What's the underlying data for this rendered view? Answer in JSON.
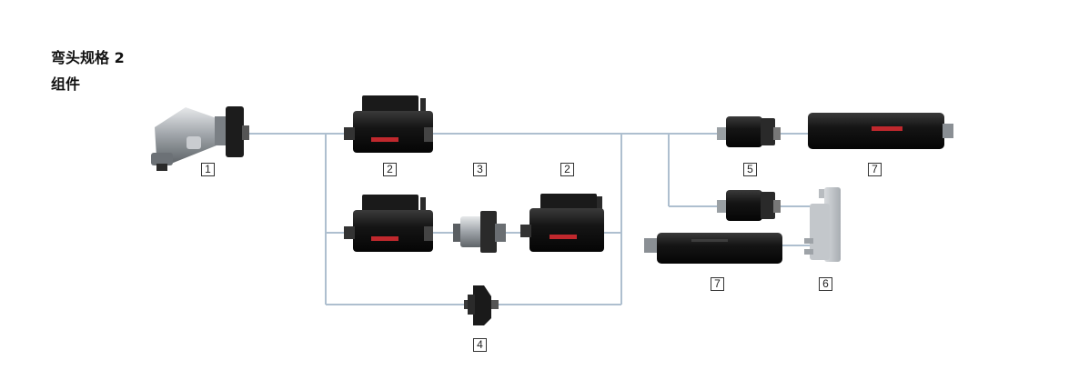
{
  "page": {
    "title": "弯头规格 2",
    "subtitle": "组件"
  },
  "labels": {
    "l1": "1",
    "l2a": "2",
    "l3": "3",
    "l2b": "2",
    "l5": "5",
    "l7a": "7",
    "l7b": "7",
    "l6": "6",
    "l4": "4"
  },
  "colors": {
    "line": "#aebfcf",
    "component_dark": "#1a1a1a",
    "component_red": "#c0282d",
    "component_grey": "#9a9fa4"
  }
}
